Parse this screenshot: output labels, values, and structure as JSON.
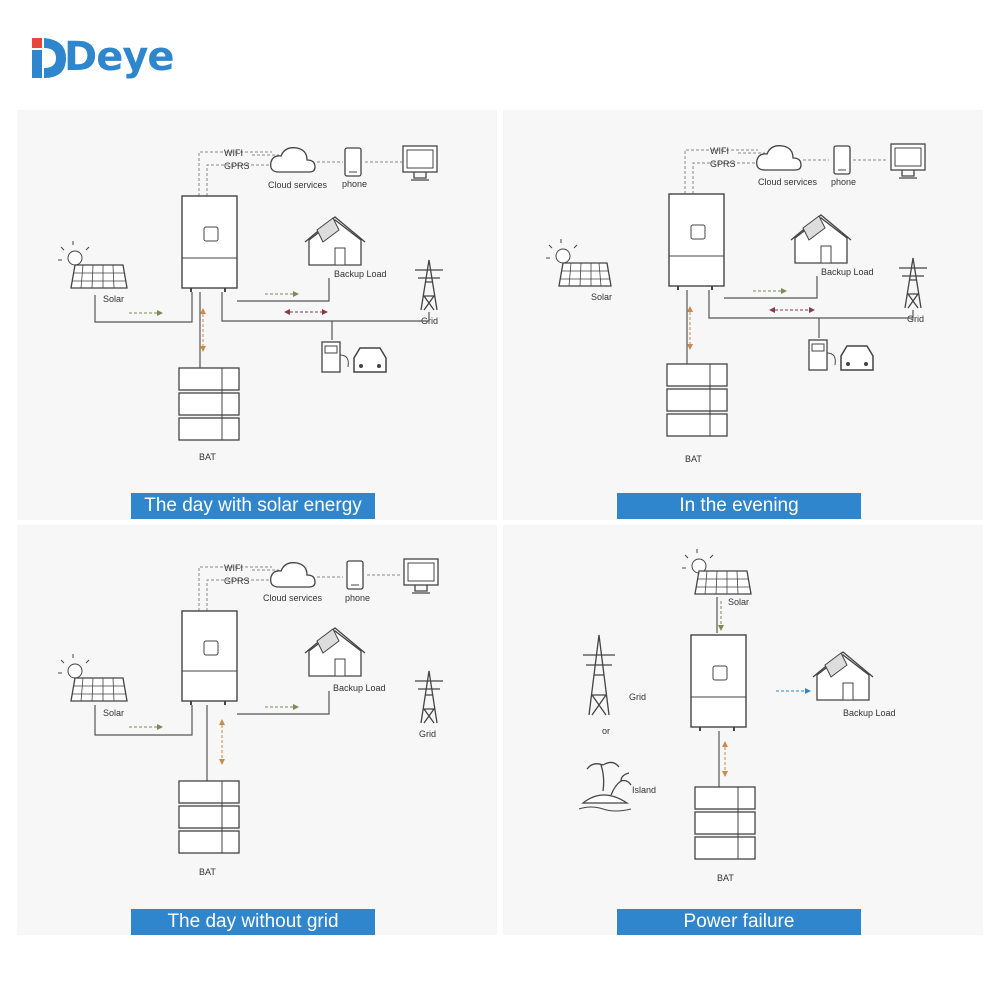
{
  "brand": {
    "name": "Deye",
    "logo_color": "#2f86cc"
  },
  "labels": {
    "wifi": "WIFI",
    "gprs": "GPRS",
    "cloud": "Cloud services",
    "phone": "phone",
    "solar": "Solar",
    "backup": "Backup Load",
    "grid": "Grid",
    "bat": "BAT",
    "or": "or",
    "island": "Island"
  },
  "scenarios": [
    {
      "title": "The day with solar energy"
    },
    {
      "title": "In the evening"
    },
    {
      "title": "The day without grid"
    },
    {
      "title": "Power failure"
    }
  ],
  "colors": {
    "accent": "#2f86cc",
    "solar_flow": "#7a8b55",
    "battery_flow": "#c98a4b",
    "grid_flow": "#8b3a4a",
    "backup_flow": "#2f86cc",
    "line": "#555555"
  }
}
